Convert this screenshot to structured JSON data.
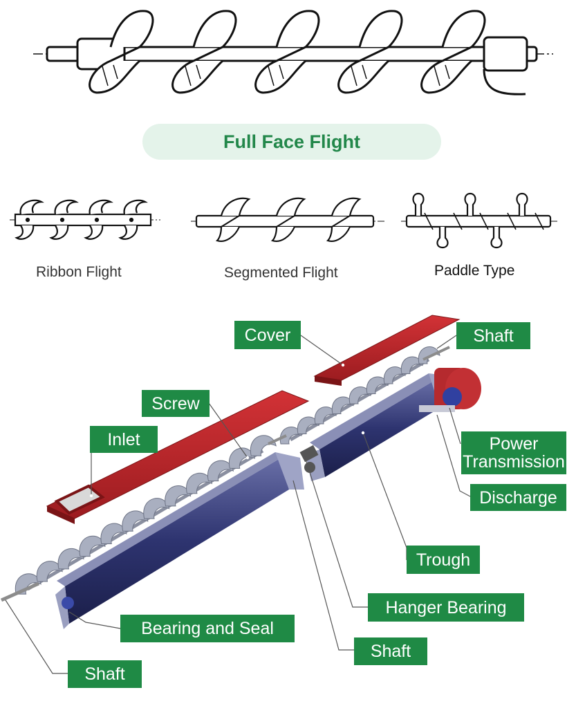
{
  "colors": {
    "label_green": "#1f8a45",
    "pill_bg": "#e4f3ea",
    "pill_text": "#22874a",
    "cover_red": "#c0282c",
    "trough_blue": "#2e3470",
    "screw_grey": "#a9afc0"
  },
  "header": {
    "title": "Full Face Flight"
  },
  "flight_types": [
    {
      "label": "Ribbon Flight"
    },
    {
      "label": "Segmented Flight"
    },
    {
      "label": "Paddle Type"
    }
  ],
  "labels": {
    "cover": "Cover",
    "shaft_top": "Shaft",
    "screw": "Screw",
    "inlet": "Inlet",
    "power_transmission": "Power\nTransmission",
    "discharge": "Discharge",
    "trough": "Trough",
    "hanger_bearing": "Hanger Bearing",
    "bearing_and_seal": "Bearing and Seal",
    "shaft_middle": "Shaft",
    "shaft_bottom": "Shaft"
  }
}
